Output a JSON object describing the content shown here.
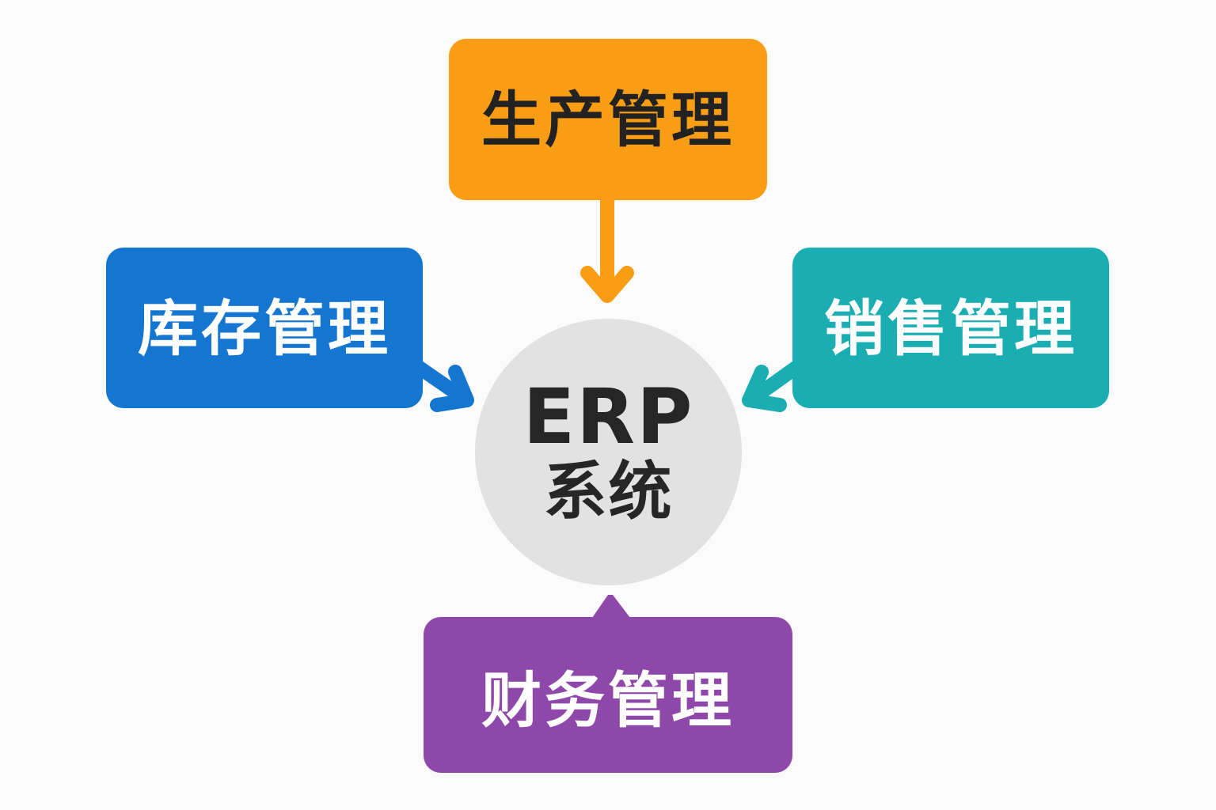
{
  "diagram": {
    "center": {
      "line1": "ERP",
      "line2": "系统",
      "color": "#e2e2e2"
    },
    "modules": [
      {
        "id": "production",
        "label": "生产管理",
        "color": "#f99d14",
        "text_color": "#222222",
        "position": "top",
        "arrow": "into-center"
      },
      {
        "id": "inventory",
        "label": "库存管理",
        "color": "#1476d1",
        "text_color": "#ffffff",
        "position": "left",
        "arrow": "into-center"
      },
      {
        "id": "sales",
        "label": "销售管理",
        "color": "#1aaeb3",
        "text_color": "#ffffff",
        "position": "right",
        "arrow": "into-center"
      },
      {
        "id": "finance",
        "label": "财务管理",
        "color": "#8e48a9",
        "text_color": "#ffffff",
        "position": "bottom",
        "arrow": "pointer-to-center"
      }
    ]
  }
}
